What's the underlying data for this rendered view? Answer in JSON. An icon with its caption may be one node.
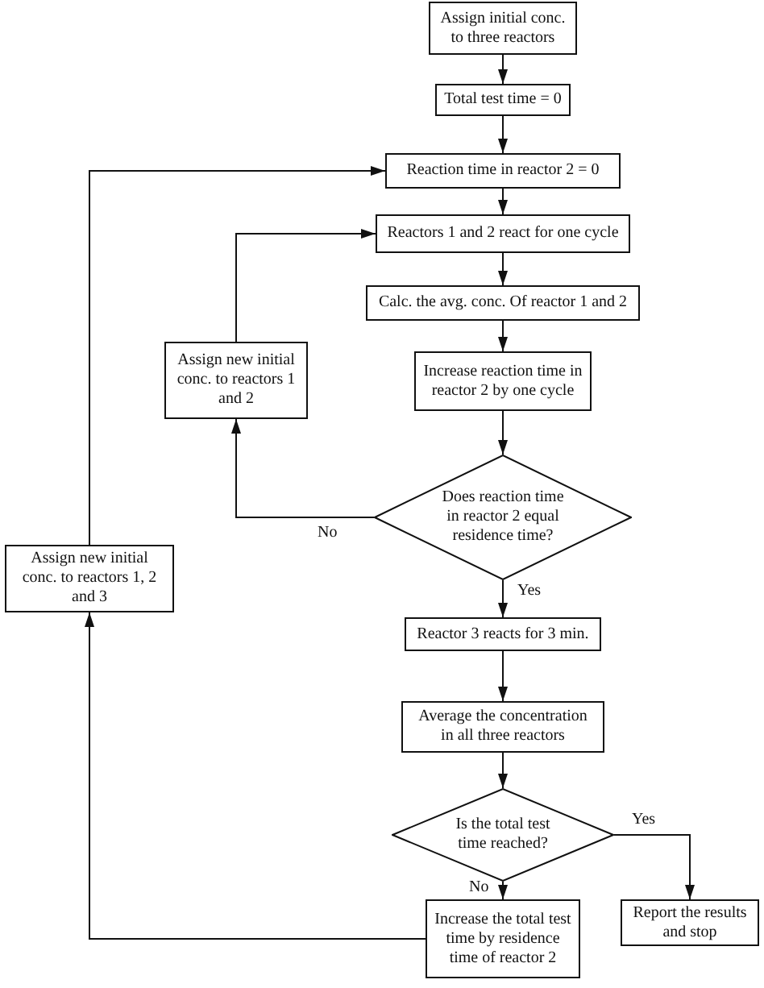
{
  "diagram": {
    "nodes": [
      {
        "text": [
          "Assign initial conc. to three reactors"
        ]
      },
      {
        "text": [
          "Total test time = 0"
        ]
      },
      {
        "text": [
          "Reaction time in reactor 2 = 0"
        ]
      },
      {
        "text": [
          "Reactors 1 and 2 react for one cycle"
        ]
      },
      {
        "text": [
          "Calc. the avg. conc. Of reactor 1 and 2"
        ]
      },
      {
        "text": [
          "Increase reaction time in reactor 2 by one cycle"
        ]
      },
      {
        "text": [
          "Does reaction time in reactor 2 equal residence time?"
        ]
      },
      {
        "text": [
          "Assign new initial conc. to reactors 1 and 2"
        ]
      },
      {
        "text": [
          "Reactor 3 reacts for 3 min."
        ]
      },
      {
        "text": [
          "Average the concentration in all three reactors"
        ]
      },
      {
        "text": [
          "Is the total test time reached?"
        ]
      },
      {
        "text": [
          "Increase the total test time by residence time of reactor 2"
        ]
      },
      {
        "text": [
          "Report the results and stop"
        ]
      },
      {
        "text": [
          "Assign new initial conc. to reactors 1, 2 and 3"
        ]
      }
    ],
    "edges": [
      {
        "from": 0,
        "to": 1,
        "arrow": "to"
      },
      {
        "from": 1,
        "to": 2,
        "arrow": "to"
      },
      {
        "from": 2,
        "to": 3,
        "arrow": "to"
      },
      {
        "from": 3,
        "to": 4,
        "arrow": "to"
      },
      {
        "from": 4,
        "to": 5,
        "arrow": "to"
      },
      {
        "from": 5,
        "to": 6,
        "arrow": "to"
      },
      {
        "from": 6,
        "to": 7,
        "arrow": "to",
        "label": "No"
      },
      {
        "from": 7,
        "to": 3,
        "arrow": "to"
      },
      {
        "from": 6,
        "to": 8,
        "arrow": "to",
        "label": "Yes"
      },
      {
        "from": 8,
        "to": 9,
        "arrow": "to"
      },
      {
        "from": 9,
        "to": 10,
        "arrow": "to"
      },
      {
        "from": 10,
        "to": 11,
        "arrow": "to",
        "label": "No"
      },
      {
        "from": 10,
        "to": 12,
        "arrow": "to",
        "label": "Yes"
      },
      {
        "from": 11,
        "to": 13,
        "arrow": "to"
      },
      {
        "from": 13,
        "to": 2,
        "arrow": "to"
      }
    ]
  }
}
